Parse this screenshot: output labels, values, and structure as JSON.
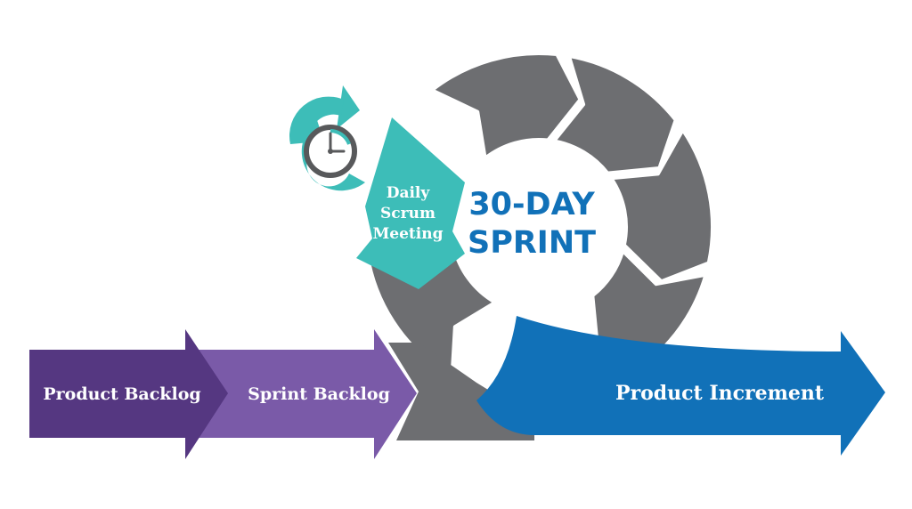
{
  "colors": {
    "background": "#ffffff",
    "cycle_gray": "#6d6e71",
    "teal": "#3dbdb8",
    "blue": "#1171b8",
    "purple_dark": "#553781",
    "purple_light": "#7a5aa8",
    "clock_face": "#ffffff",
    "clock_ring": "#58595b"
  },
  "icons": {
    "clock": "clock-icon",
    "refresh": "circular-arrow-icon"
  },
  "flow": {
    "product_backlog": "Product Backlog",
    "sprint_backlog": "Sprint Backlog",
    "product_increment": "Product Increment"
  },
  "sprint": {
    "line1": "30-DAY",
    "line2": "SPRINT"
  },
  "daily_scrum": {
    "line1": "Daily",
    "line2": "Scrum",
    "line3": "Meeting"
  }
}
